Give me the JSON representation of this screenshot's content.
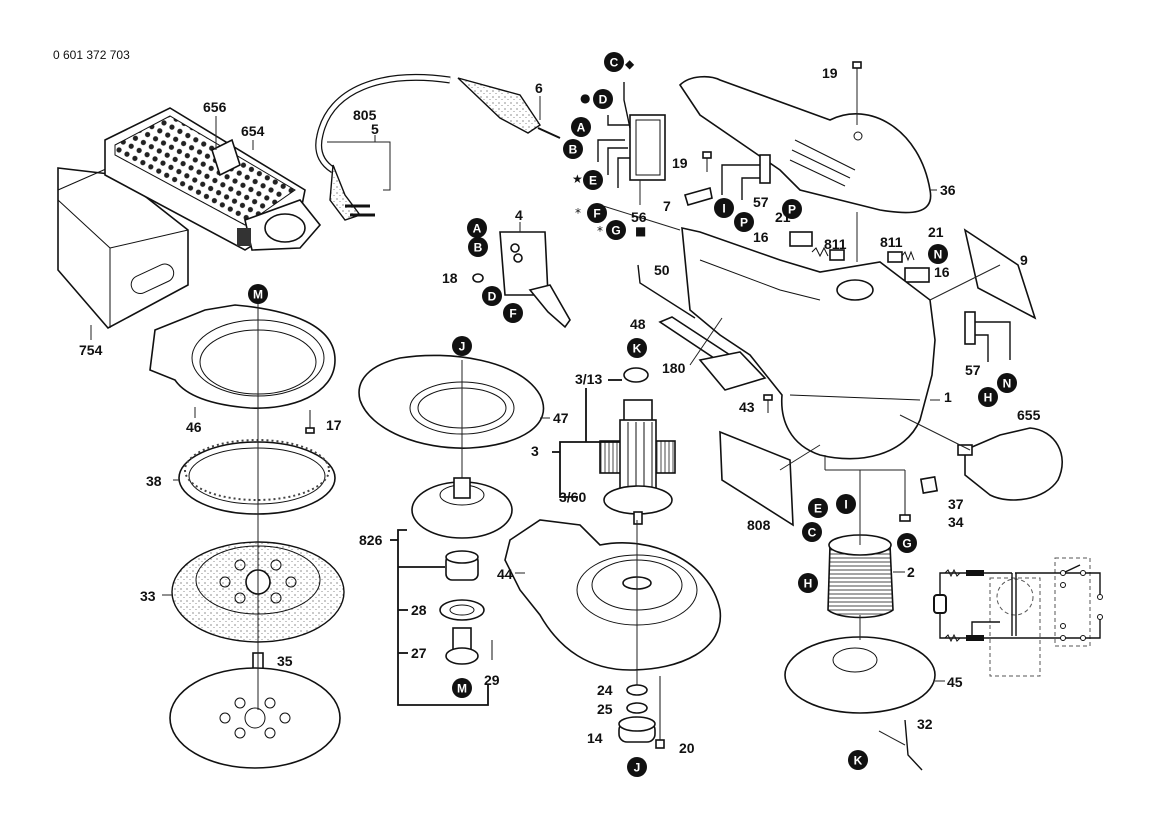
{
  "document": {
    "part_number": "0 601 372 703",
    "type": "exploded parts diagram"
  },
  "parts": [
    {
      "id": "656",
      "label": "656"
    },
    {
      "id": "654",
      "label": "654"
    },
    {
      "id": "754",
      "label": "754"
    },
    {
      "id": "805",
      "label": "805"
    },
    {
      "id": "5",
      "label": "5"
    },
    {
      "id": "6",
      "label": "6"
    },
    {
      "id": "4",
      "label": "4"
    },
    {
      "id": "18",
      "label": "18"
    },
    {
      "id": "56",
      "label": "56"
    },
    {
      "id": "19a",
      "label": "19"
    },
    {
      "id": "19b",
      "label": "19"
    },
    {
      "id": "7",
      "label": "7"
    },
    {
      "id": "57a",
      "label": "57"
    },
    {
      "id": "57b",
      "label": "57"
    },
    {
      "id": "36",
      "label": "36"
    },
    {
      "id": "21a",
      "label": "21"
    },
    {
      "id": "21b",
      "label": "21"
    },
    {
      "id": "16a",
      "label": "16"
    },
    {
      "id": "16b",
      "label": "16"
    },
    {
      "id": "811a",
      "label": "811"
    },
    {
      "id": "811b",
      "label": "811"
    },
    {
      "id": "9",
      "label": "9"
    },
    {
      "id": "50",
      "label": "50"
    },
    {
      "id": "48",
      "label": "48"
    },
    {
      "id": "180",
      "label": "180"
    },
    {
      "id": "43",
      "label": "43"
    },
    {
      "id": "1",
      "label": "1"
    },
    {
      "id": "655",
      "label": "655"
    },
    {
      "id": "37",
      "label": "37"
    },
    {
      "id": "34",
      "label": "34"
    },
    {
      "id": "808",
      "label": "808"
    },
    {
      "id": "2",
      "label": "2"
    },
    {
      "id": "45",
      "label": "45"
    },
    {
      "id": "32",
      "label": "32"
    },
    {
      "id": "46",
      "label": "46"
    },
    {
      "id": "17",
      "label": "17"
    },
    {
      "id": "38",
      "label": "38"
    },
    {
      "id": "33",
      "label": "33"
    },
    {
      "id": "35",
      "label": "35"
    },
    {
      "id": "47",
      "label": "47"
    },
    {
      "id": "3",
      "label": "3"
    },
    {
      "id": "3_13",
      "label": "3/13"
    },
    {
      "id": "3_60",
      "label": "3/60"
    },
    {
      "id": "826",
      "label": "826"
    },
    {
      "id": "28",
      "label": "28"
    },
    {
      "id": "27",
      "label": "27"
    },
    {
      "id": "29",
      "label": "29"
    },
    {
      "id": "44",
      "label": "44"
    },
    {
      "id": "24",
      "label": "24"
    },
    {
      "id": "25",
      "label": "25"
    },
    {
      "id": "14",
      "label": "14"
    },
    {
      "id": "20",
      "label": "20"
    }
  ],
  "connection_markers": [
    "A",
    "B",
    "C",
    "D",
    "E",
    "F",
    "G",
    "H",
    "I",
    "J",
    "K",
    "M",
    "N",
    "P"
  ],
  "markers": [
    {
      "letter": "C",
      "prefix": "",
      "suffix": "◆"
    },
    {
      "letter": "D",
      "prefix": "●",
      "suffix": ""
    },
    {
      "letter": "A",
      "prefix": "",
      "suffix": ""
    },
    {
      "letter": "B",
      "prefix": "",
      "suffix": ""
    },
    {
      "letter": "E",
      "prefix": "★",
      "suffix": ""
    },
    {
      "letter": "F",
      "prefix": "*",
      "suffix": ""
    },
    {
      "letter": "G",
      "prefix": "*",
      "suffix": ""
    },
    {
      "letter": "A",
      "prefix": "",
      "suffix": ""
    },
    {
      "letter": "B",
      "prefix": "",
      "suffix": ""
    },
    {
      "letter": "D",
      "prefix": "",
      "suffix": ""
    },
    {
      "letter": "F",
      "prefix": "",
      "suffix": ""
    },
    {
      "letter": "I",
      "prefix": "",
      "suffix": ""
    },
    {
      "letter": "P",
      "prefix": "",
      "suffix": ""
    },
    {
      "letter": "P",
      "prefix": "",
      "suffix": ""
    },
    {
      "letter": "N",
      "prefix": "",
      "suffix": ""
    },
    {
      "letter": "N",
      "prefix": "",
      "suffix": ""
    },
    {
      "letter": "H",
      "prefix": "",
      "suffix": ""
    },
    {
      "letter": "M",
      "prefix": "",
      "suffix": ""
    },
    {
      "letter": "J",
      "prefix": "",
      "suffix": ""
    },
    {
      "letter": "K",
      "prefix": "",
      "suffix": ""
    },
    {
      "letter": "E",
      "prefix": "",
      "suffix": ""
    },
    {
      "letter": "I",
      "prefix": "",
      "suffix": ""
    },
    {
      "letter": "C",
      "prefix": "",
      "suffix": ""
    },
    {
      "letter": "G",
      "prefix": "",
      "suffix": ""
    },
    {
      "letter": "H",
      "prefix": "",
      "suffix": ""
    },
    {
      "letter": "M",
      "prefix": "",
      "suffix": ""
    },
    {
      "letter": "J",
      "prefix": "",
      "suffix": ""
    },
    {
      "letter": "K",
      "prefix": "",
      "suffix": ""
    }
  ],
  "symbols": {
    "square_note": "■",
    "diamond_note": "◆",
    "dot_note": "●",
    "star_note": "★"
  },
  "colors": {
    "ink": "#111111",
    "background": "#ffffff",
    "dashed": "#555555"
  }
}
